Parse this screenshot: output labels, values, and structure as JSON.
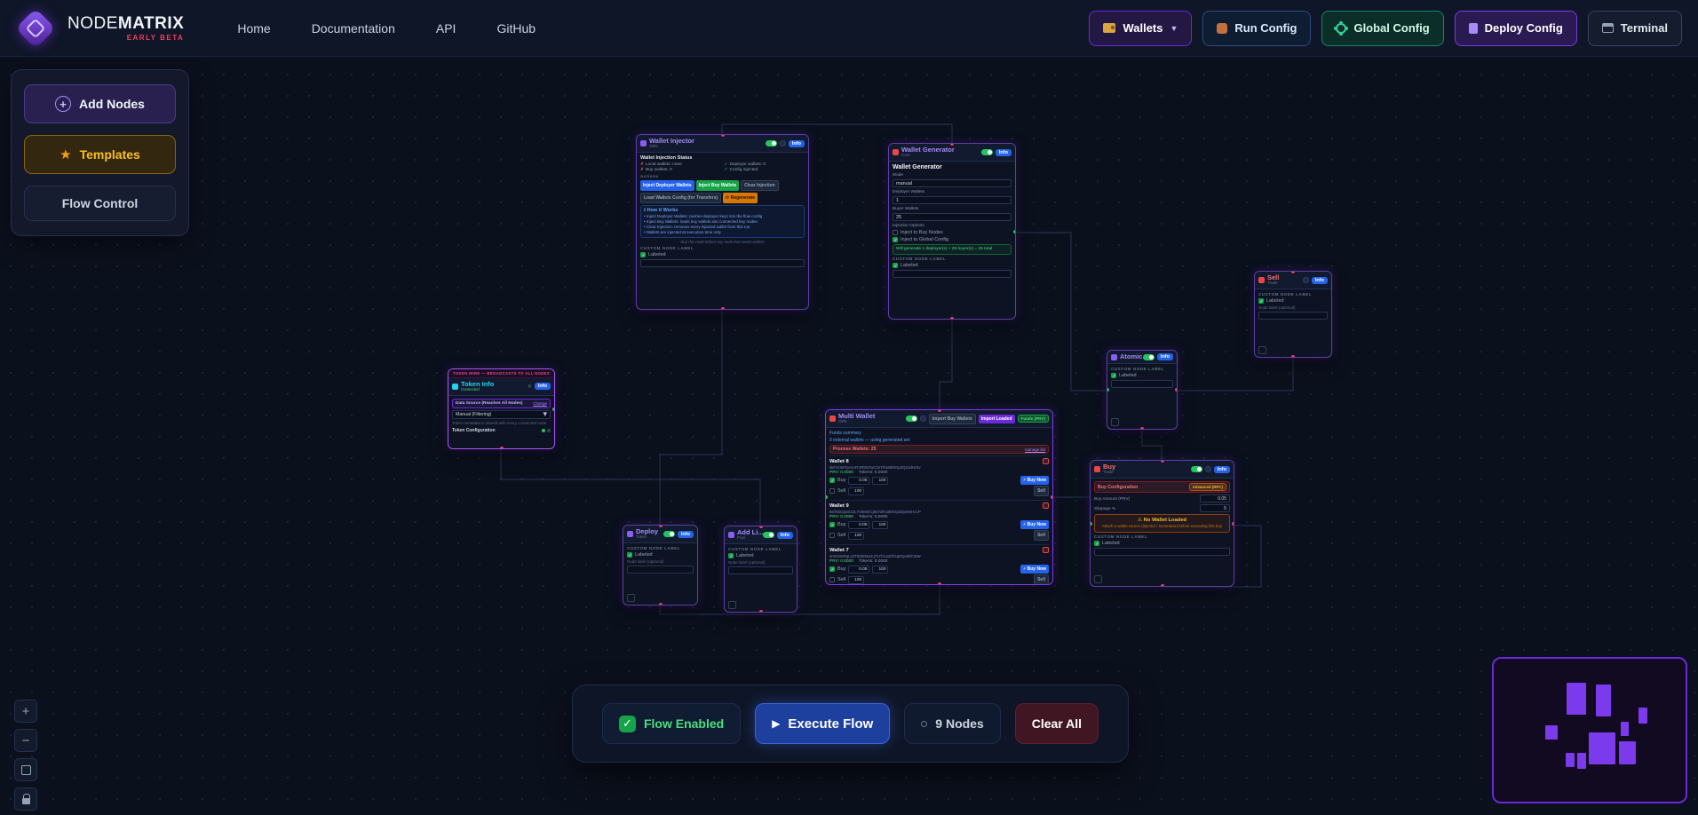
{
  "navbar": {
    "brand_primary": "NODE",
    "brand_secondary": "MATRIX",
    "brand_tag": "EARLY BETA",
    "links": [
      {
        "label": "Home"
      },
      {
        "label": "Documentation"
      },
      {
        "label": "API"
      },
      {
        "label": "GitHub"
      }
    ],
    "wallets_button": "Wallets",
    "run_config_button": "Run Config",
    "global_config_button": "Global Config",
    "deploy_config_button": "Deploy Config",
    "terminal_button": "Terminal"
  },
  "sidebar": {
    "add_nodes": "Add Nodes",
    "templates": "Templates",
    "flow_control": "Flow Control"
  },
  "common": {
    "footer_caps": "CUSTOM NODE LABEL",
    "footer_check": "Labeled",
    "footer_hint": "Node label (optional)",
    "badge": "Info"
  },
  "nodes": {
    "wallet_injector": {
      "title": "Wallet Injector",
      "subtitle": "Obfs",
      "status_title": "Wallet Injection Status",
      "statuses": [
        {
          "icon": "✗",
          "text": "Local wallets: none"
        },
        {
          "icon": "✓",
          "text": "Deployer wallets: 0"
        },
        {
          "icon": "✗",
          "text": "Buy wallets: 0"
        },
        {
          "icon": "✓",
          "text": "Config injected"
        }
      ],
      "actions_label": "Actions",
      "inject_deployer": "Inject Deployer Wallets",
      "inject_buy": "Inject Buy Wallets",
      "clear_injection": "Clear Injection",
      "load_config": "Load Wallets Config (for Transfers)",
      "regenerate": "⟳ Regenerate",
      "how_title": "ℹ How it Works",
      "how_items": [
        "Inject Deployer Wallets: pushes deployer keys into the flow config",
        "Inject Buy Wallets: loads buy wallets into connected buy nodes",
        "Clear Injection: removes every injected wallet from this run",
        "Wallets are injected at execution time only"
      ],
      "note": "Run this node before any node that needs wallets"
    },
    "wallet_generator": {
      "title": "Wallet Generator",
      "subtitle": "Core",
      "heading": "Wallet Generator",
      "mode_label": "Mode",
      "mode_value": "manual",
      "deployer_label": "Deployer Wallets",
      "deployer_value": "1",
      "buyer_label": "Buyer Wallets",
      "buyer_value": "25",
      "options_label": "Injection Options",
      "option_buy": "Inject to Buy Nodes",
      "option_global": "Inject to Global Config",
      "summary": "Will generate 1 deployer(s) + 25 buyer(s) = 26 total"
    },
    "sell": {
      "title": "Sell",
      "subtitle": "Trade"
    },
    "atomic_bundler": {
      "title": "Atomic B...",
      "subtitle": "Bundle"
    },
    "token_info": {
      "strip": "TOKEN WIRE — BROADCASTS TO ALL NODES",
      "title": "Token Info",
      "status": "Connected",
      "source_label": "Data Source (Reaches All Nodes)",
      "source_link": "Change",
      "select_value": "Manual (Filtering)",
      "hint": "Token metadata is shared with every connected node",
      "config_label": "Token Configuration"
    },
    "multi_wallet": {
      "title": "Multi Wallet",
      "subtitle": "Obfs",
      "import_buy": "Import Buy Wallets",
      "import_loaded": "Import Loaded",
      "funds_badge": "Funds (PRV)",
      "summary_link": "Funds summary",
      "loaded_link": "0 external wallets — using generated set",
      "process_label": "Process Wallets: 25",
      "process_link": "manage list",
      "buy_label": "Buy",
      "sell_label": "Sell",
      "buy_now": "⚡ Buy Now",
      "sell_btn": "Sell",
      "wallets": [
        {
          "name": "Wallet 8",
          "address": "6kFJ2mPqVxL9T4RbN7wC3sYfAu8EhGpZQo1dHc5v",
          "prv": "PRV: 0.0000",
          "tokens": "Tokens: 0.0000",
          "buy_amount": "0.05",
          "buy_pct": "100",
          "sell_pct": "100"
        },
        {
          "name": "Wallet 9",
          "address": "9aTk5nQwXz2L7VbM4rCj8sYdFu3EhGpZQo6mHc1P",
          "prv": "PRV: 0.0000",
          "tokens": "Tokens: 0.0000",
          "buy_amount": "0.05",
          "buy_pct": "100",
          "sell_pct": "100"
        },
        {
          "name": "Wallet 7",
          "address": "4mHc8vRqLx2T9ZbN5wCj7sYfAu1EhGpDQo3kFJ6W",
          "prv": "PRV: 0.0000",
          "tokens": "Tokens: 0.0000",
          "buy_amount": "0.05",
          "buy_pct": "100",
          "sell_pct": "100"
        }
      ]
    },
    "buy": {
      "title": "Buy",
      "subtitle": "Trade",
      "config_label": "Buy Configuration",
      "config_badge": "Advanced (RPC)",
      "amount_label": "Buy Amount (PRV)",
      "amount_value": "0.05",
      "slippage_label": "Slippage %",
      "slippage_value": "5",
      "warn_title": "⚠ No Wallet Loaded",
      "warn_text": "Attach a wallet source (Injector / Generator) before executing this buy"
    },
    "deploy": {
      "title": "Deploy",
      "subtitle": "Token"
    },
    "add_liquidity": {
      "title": "Add Li...",
      "subtitle": "Pool"
    }
  },
  "bottom_bar": {
    "flow_enabled": "Flow Enabled",
    "execute": "Execute Flow",
    "count": "9 Nodes",
    "clear": "Clear All"
  },
  "colors": {
    "accent": "#7c3aed",
    "execute_blue": "#1d3f9e",
    "enabled_green": "#4ade80",
    "danger": "#ef4444"
  }
}
